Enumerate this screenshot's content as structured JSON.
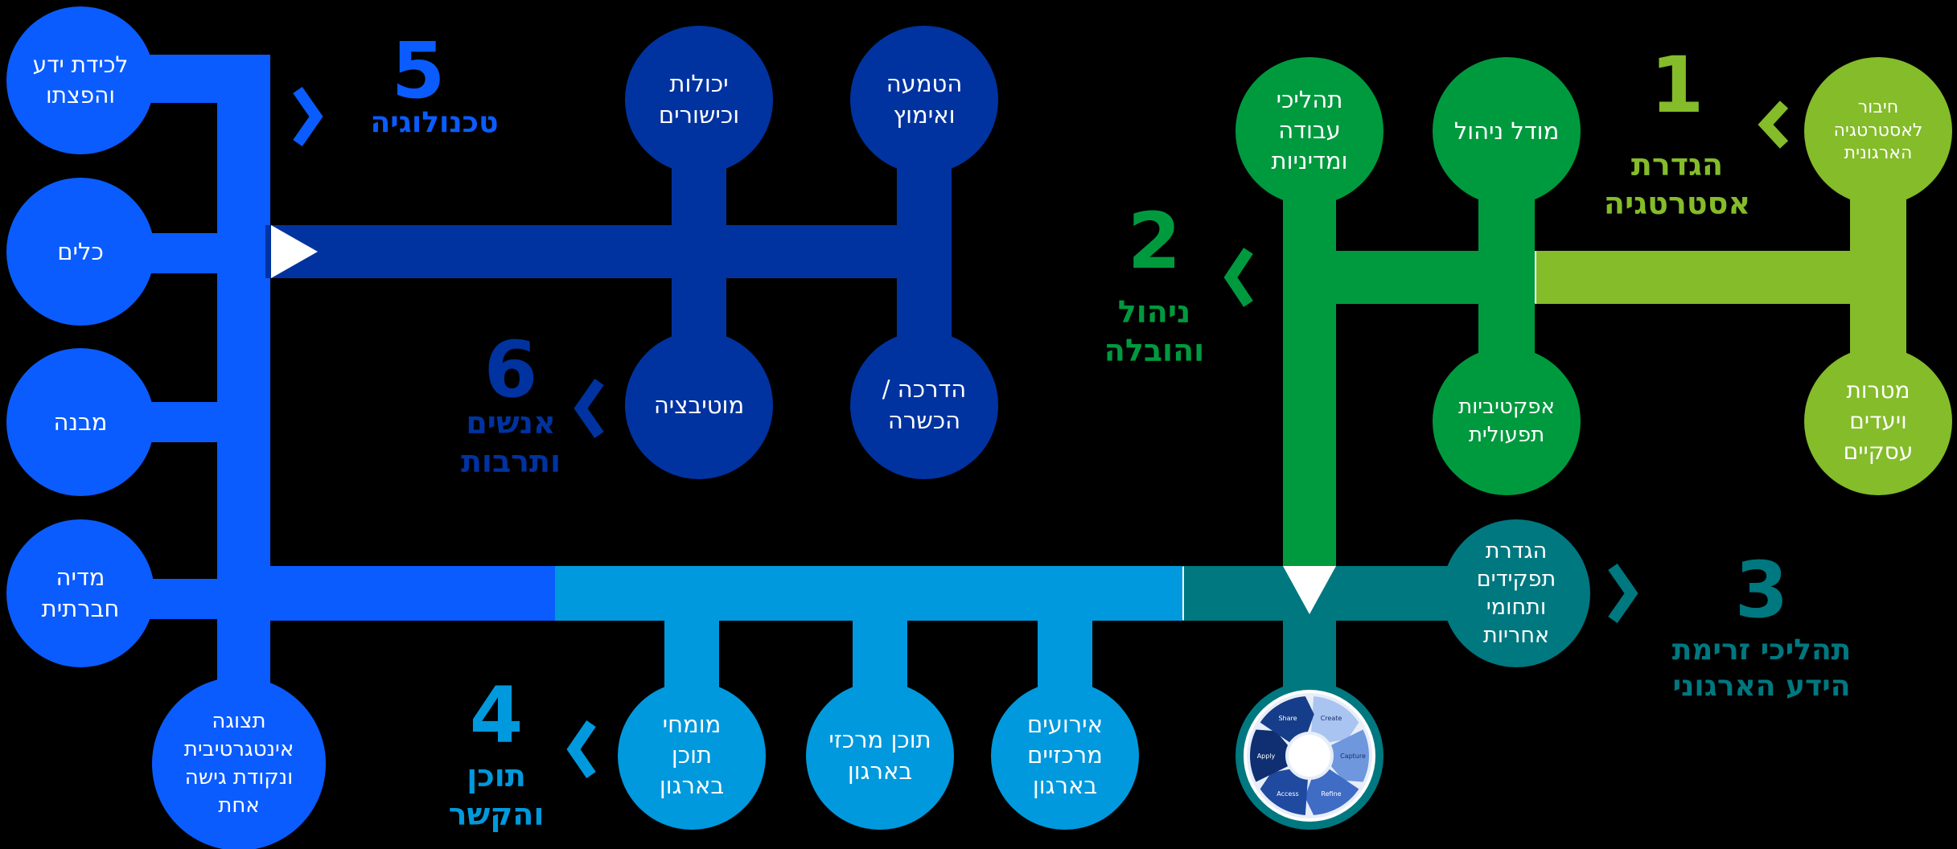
{
  "colors": {
    "lime": "#84BC2A",
    "green": "#009A3E",
    "teal": "#007880",
    "cyan": "#0099DD",
    "navy": "#0033A0",
    "blue": "#0A5CFF",
    "arrow": "#FFFFFF",
    "background": "#000000"
  },
  "sections": {
    "s1": {
      "number": "1",
      "title": "הגדרת\nאסטרטגיה"
    },
    "s2": {
      "number": "2",
      "title": "ניהול\nוהובלה"
    },
    "s3": {
      "number": "3",
      "title": "תהליכי זרימת\nהידע הארגוני"
    },
    "s4": {
      "number": "4",
      "title": "תוכן\nוהקשר"
    },
    "s5": {
      "number": "5",
      "title": "טכנולוגיה"
    },
    "s6": {
      "number": "6",
      "title": "אנשים\nותרבות"
    }
  },
  "nodes": {
    "link_strategy": "חיבור\nלאסטרטגיה\nהארגונית",
    "business_goals": "מטרות\nויעדים\nעסקיים",
    "mgmt_model": "מודל ניהול",
    "work_processes": "תהליכי\nעבודה\nומדיניות",
    "effectiveness": "אפקטיביות\nתפעולית",
    "roles": "הגדרת\nתפקידים\nותחומי\nאחריות",
    "events": "אירועים\nמרכזיים\nבארגון",
    "central_content": "תוכן מרכזי\nבארגון",
    "experts": "מומחי\nתוכן\nבארגון",
    "embedding": "הטמעה\nואימוץ",
    "capabilities": "יכולות\nוכישורים",
    "training": "הדרכה /\nהכשרה",
    "motivation": "מוטיבציה",
    "capture": "לכידת ידע\nוהפצתו",
    "tools": "כלים",
    "structure": "מבנה",
    "social_media": "מדיה\nחברתית",
    "portal": "תצוגה\nאינטגרטיבית\nונקודת גישה\nאחת"
  },
  "cycle": {
    "icon": "knowledge-cycle-icon",
    "segments": [
      "Create",
      "Capture",
      "Refine",
      "Access",
      "Apply",
      "Share"
    ]
  }
}
